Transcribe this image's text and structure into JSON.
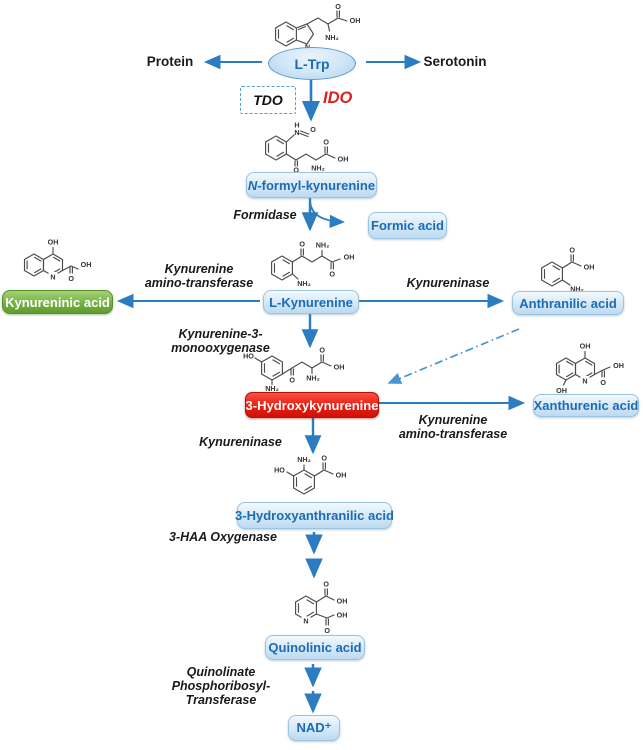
{
  "nodes": {
    "protein": "Protein",
    "serotonin": "Serotonin",
    "ltrp": "L-Trp",
    "nfk_prefix": "N",
    "nfk_rest": "-formyl-kynurenine",
    "formic": "Formic acid",
    "lkynurenine": "L-Kynurenine",
    "kynureninic": "Kynureninic acid",
    "anthranilic": "Anthranilic acid",
    "hydroxykynurenine": "3-Hydroxykynurenine",
    "xanthurenic": "Xanthurenic acid",
    "hydroxyanthranilic": "3-Hydroxyanthranilic acid",
    "quinolinic": "Quinolinic acid",
    "nad": "NAD⁺"
  },
  "enzymes": {
    "tdo": "TDO",
    "ido": "IDO",
    "formidase": "Formidase",
    "kat_left_line1": "Kynurenine",
    "kat_left_line2": "amino-transferase",
    "kynureninase_right": "Kynureninase",
    "kmo": "Kynurenine-3-monooxygenase",
    "kat_right_line1": "Kynurenine",
    "kat_right_line2": "amino-transferase",
    "kynureninase_left": "Kynureninase",
    "haa_oxygenase": "3-HAA Oxygenase",
    "qprt_line1": "Quinolinate",
    "qprt_line2": "Phosphoribosyl-Transferase"
  },
  "atoms": {
    "trp": [
      "O",
      "OH",
      "NH₂",
      "N",
      "H"
    ],
    "nfk": [
      "H",
      "N",
      "O",
      "O",
      "NH₂",
      "O",
      "OH"
    ],
    "lkyn": [
      "O",
      "NH₂",
      "OH",
      "O",
      "NH₂"
    ],
    "kyna": [
      "OH",
      "N",
      "OH",
      "O"
    ],
    "anth": [
      "O",
      "OH",
      "NH₂"
    ],
    "hk": [
      "HO",
      "NH₂",
      "O",
      "NH₂",
      "O",
      "OH"
    ],
    "xan": [
      "OH",
      "N",
      "OH",
      "OH",
      "O"
    ],
    "haa": [
      "NH₂",
      "O",
      "HO",
      "OH"
    ],
    "quin": [
      "O",
      "OH",
      "N",
      "OH",
      "O"
    ]
  },
  "colors": {
    "arrow_blue": "#2b7cc1",
    "dashdot_blue": "#4a94d4",
    "box_text_blue": "#1b6cb5",
    "green": "#6fae3e",
    "red": "#e71d10",
    "ido_red": "#e01f1f"
  }
}
